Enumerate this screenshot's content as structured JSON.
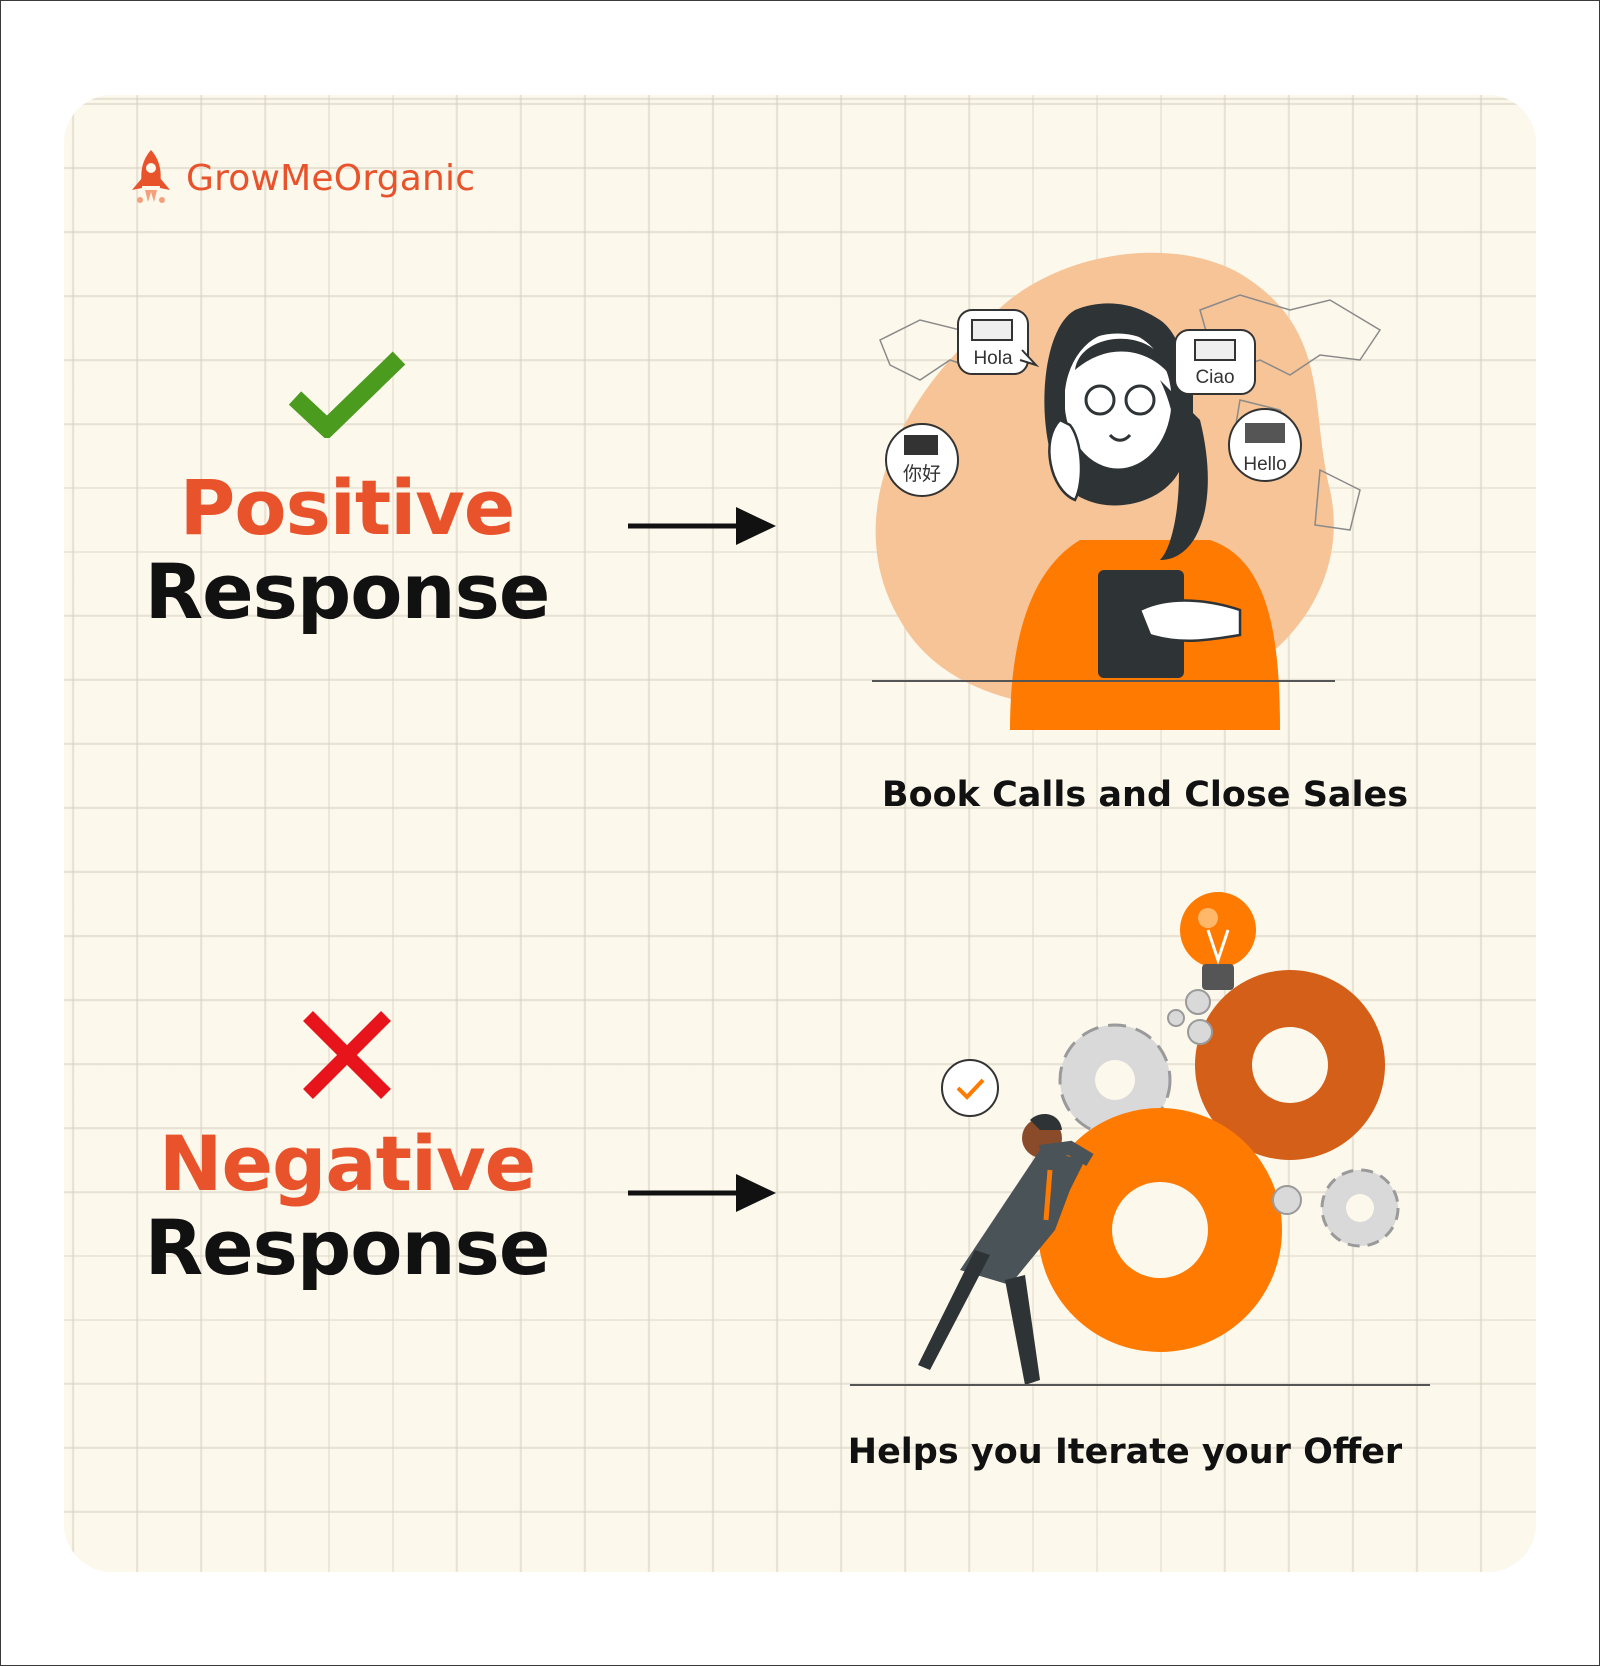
{
  "brand": {
    "name": "GrowMeOrganic",
    "color": "#e8532c",
    "icon": "rocket-icon"
  },
  "positive": {
    "title_accent": "Positive",
    "title_rest": "Response",
    "icon": "check-icon",
    "icon_color": "#4a9b1e",
    "arrow_icon": "arrow-right-icon",
    "illustration": {
      "bubbles": [
        "Hola",
        "Ciao",
        "你好",
        "Hello"
      ]
    },
    "caption": "Book Calls and Close Sales"
  },
  "negative": {
    "title_accent": "Negative",
    "title_rest": "Response",
    "icon": "cross-icon",
    "icon_color": "#e8141b",
    "arrow_icon": "arrow-right-icon",
    "caption": "Helps you Iterate your Offer"
  },
  "colors": {
    "accent_orange": "#ff7a00",
    "dark": "#111111",
    "background": "#fcf8ec"
  }
}
